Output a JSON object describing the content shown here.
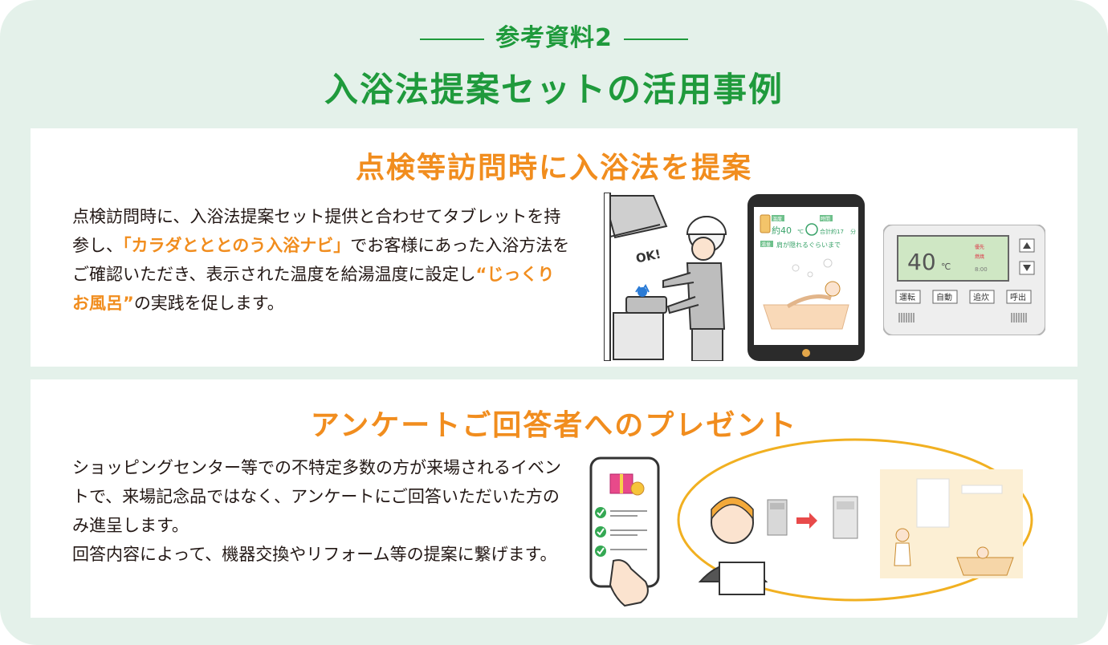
{
  "header": {
    "ref_label": "参考資料2",
    "title": "入浴法提案セットの活用事例"
  },
  "section1": {
    "title": "点検等訪問時に入浴法を提案",
    "text_part1": "点検訪問時に、入浴法提案セット提供と合わせてタブレットを持参し、",
    "highlight1": "「カラダとととのう入浴ナビ」",
    "text_part2": "でお客様にあった入浴方法をご確認いただき、表示された温度を給湯温度に設定し",
    "highlight2": "“じっくりお風呂”",
    "text_part3": "の実践を促します。",
    "worker_speech": "OK!",
    "tablet": {
      "temp_tag": "温度",
      "time_tag": "時間",
      "temp_value": "約40",
      "temp_unit": "℃",
      "time_value": "合計約17",
      "time_unit": "分",
      "level_tag": "湯量",
      "level_text": "肩が隠れるぐらいまで"
    },
    "remote": {
      "display_temp": "40",
      "display_unit": "℃",
      "time": "8:00",
      "status1": "優先",
      "status2": "燃焼",
      "btn1": "運転",
      "btn2": "自動",
      "btn3": "追炊",
      "btn4": "呼出"
    }
  },
  "section2": {
    "title": "アンケートご回答者へのプレゼント",
    "line1": "ショッピングセンター等での不特定多数の方が来場されるイベントで、来場記念品ではなく、アンケートにご回答いただいた方のみ進呈します。",
    "line2": "回答内容によって、機器交換やリフォーム等の提案に繋げます。"
  },
  "colors": {
    "green": "#1f9a3c",
    "orange": "#f18d1e",
    "bg": "#e4f1ea"
  }
}
